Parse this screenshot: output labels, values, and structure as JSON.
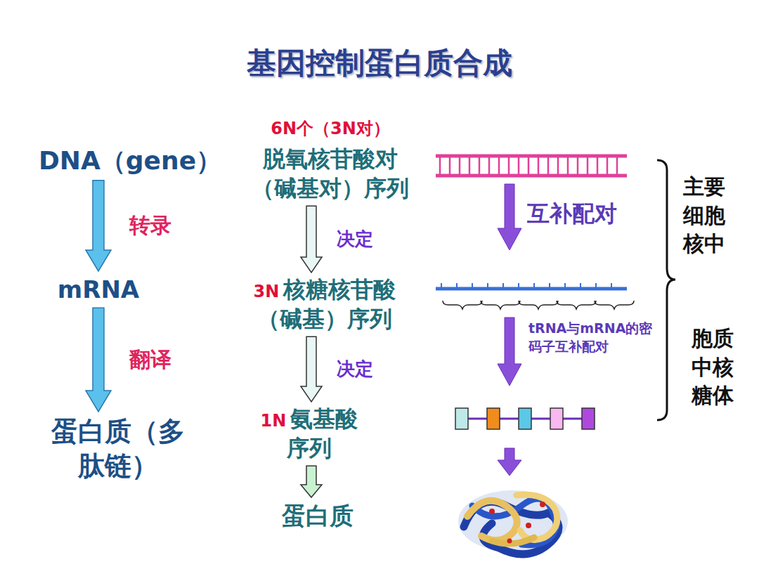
{
  "diagram": {
    "title": "基因控制蛋白质合成",
    "nodes": [
      {
        "text": [
          "DNA（gene）"
        ]
      },
      {
        "text": [
          "mRNA"
        ]
      },
      {
        "text": [
          "蛋白质（多肽链）"
        ]
      },
      {
        "text": [
          "脱氧核苷酸对（碱基对）序列"
        ]
      },
      {
        "text": [
          "3N",
          "核糖核苷酸（碱基）序列"
        ]
      },
      {
        "text": [
          "1N",
          "氨基酸序列"
        ]
      },
      {
        "text": [
          "蛋白质"
        ]
      }
    ],
    "edges": [
      {
        "from": 0,
        "to": 1,
        "arrow": "to",
        "label": "转录"
      },
      {
        "from": 1,
        "to": 2,
        "arrow": "to",
        "label": "翻译"
      },
      {
        "from": 3,
        "to": 4,
        "arrow": "to",
        "label": "决定"
      },
      {
        "from": 4,
        "to": 5,
        "arrow": "to",
        "label": "决定"
      },
      {
        "from": 5,
        "to": 6,
        "arrow": "to"
      }
    ],
    "labels": [
      "6N个（3N对）",
      "互补配对",
      "tRNA与mRNA的密码子互补配对",
      "主要细胞核中",
      "胞质中核糖体"
    ]
  }
}
